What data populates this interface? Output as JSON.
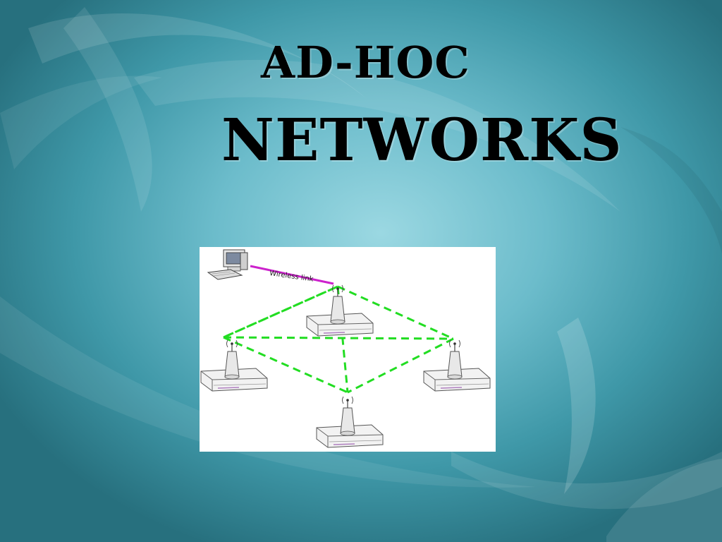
{
  "slide": {
    "title_line1": "Ad-hoc",
    "title_line2": "networks"
  },
  "diagram": {
    "link_label": "Wireless link",
    "link_color": "#cc22cc",
    "mesh_color": "#22dd22",
    "nodes": [
      {
        "id": "computer",
        "icon": "desktop-computer-icon"
      },
      {
        "id": "ap-top",
        "icon": "access-point-icon"
      },
      {
        "id": "ap-left",
        "icon": "access-point-icon"
      },
      {
        "id": "ap-right",
        "icon": "access-point-icon"
      },
      {
        "id": "ap-bottom",
        "icon": "access-point-icon"
      }
    ]
  }
}
